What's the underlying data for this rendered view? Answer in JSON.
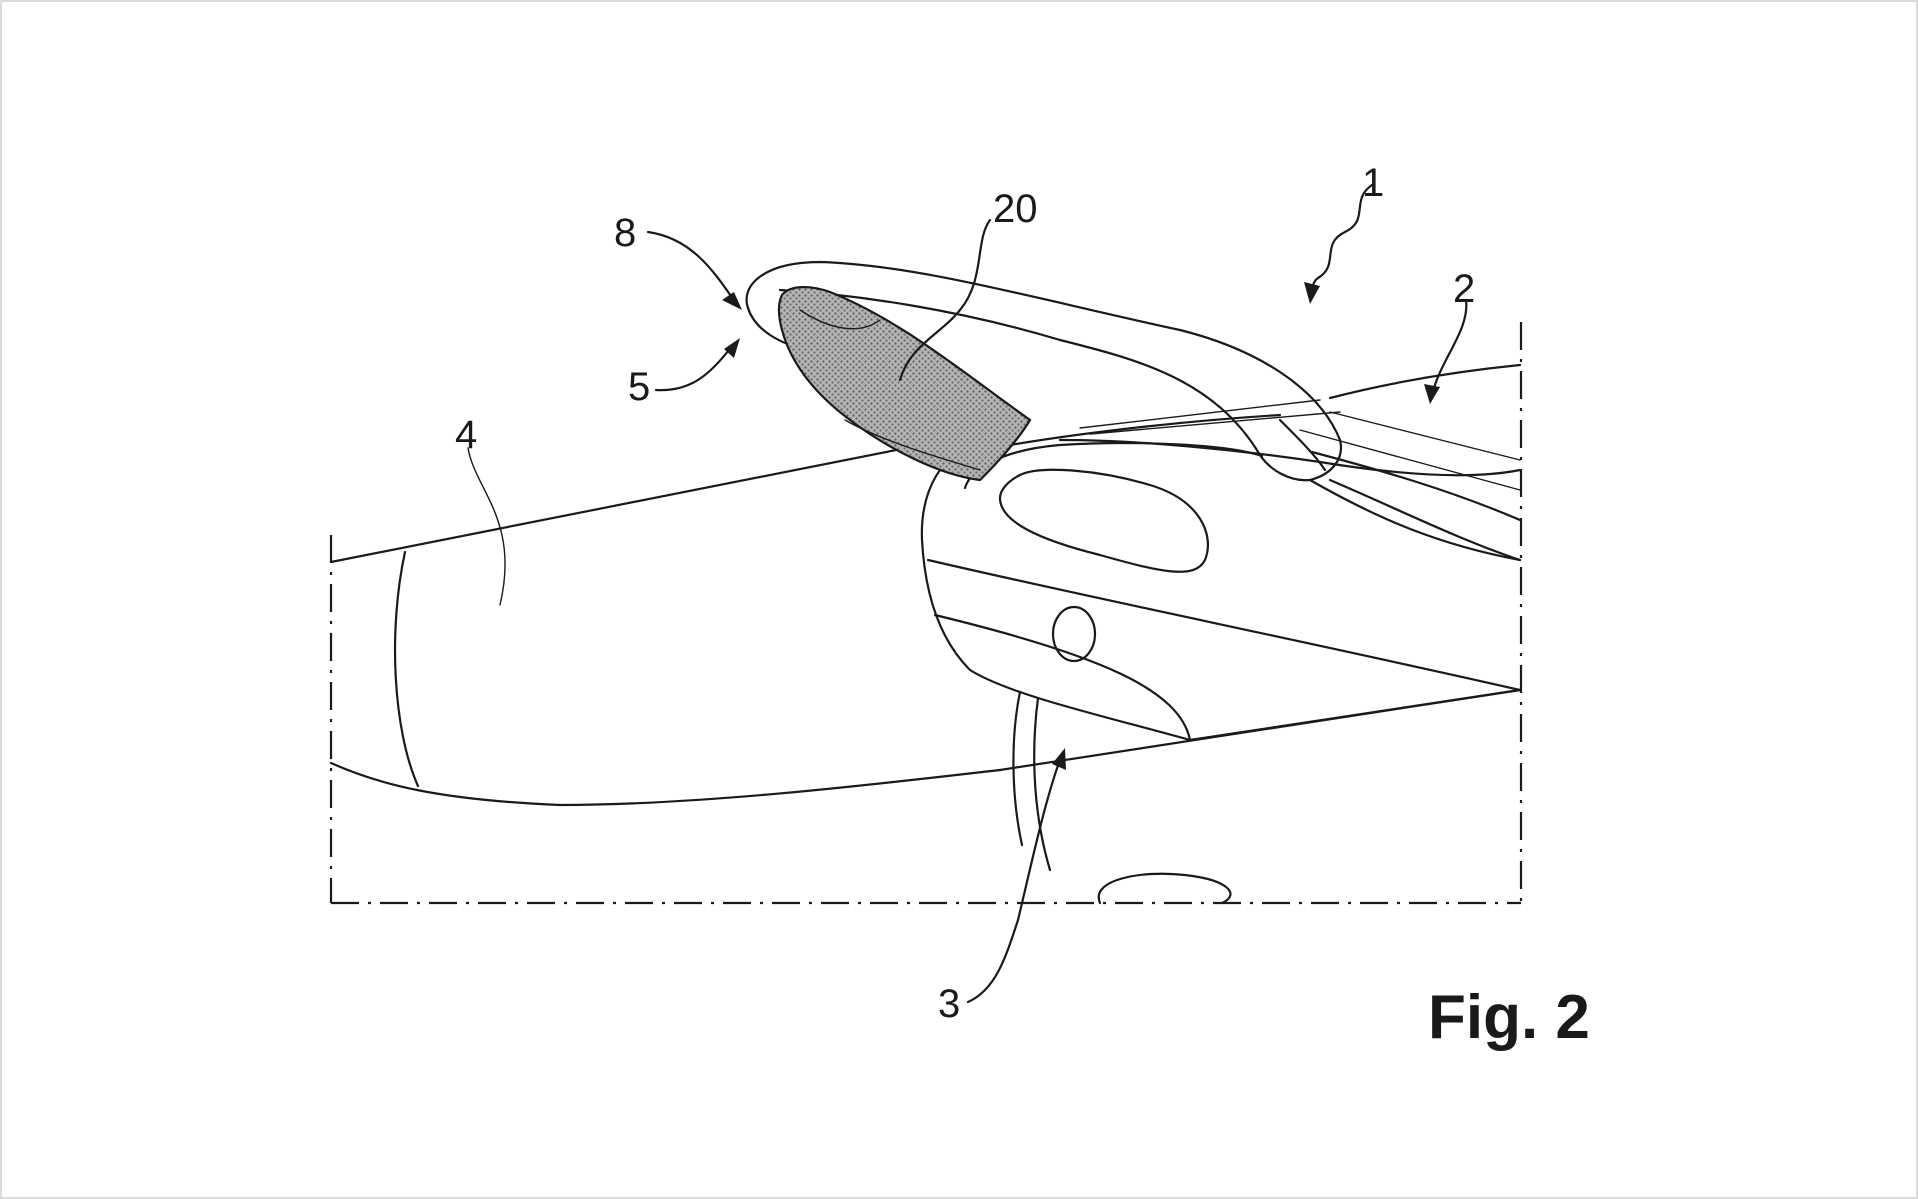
{
  "figure": {
    "label": "Fig. 2",
    "background": "#ffffff",
    "line_color": "#1a1a1a",
    "highlight_fill": "#9a9a9a"
  },
  "reference_numerals": {
    "n1": "1",
    "n2": "2",
    "n3": "3",
    "n4": "4",
    "n5": "5",
    "n8": "8",
    "n20": "20"
  }
}
